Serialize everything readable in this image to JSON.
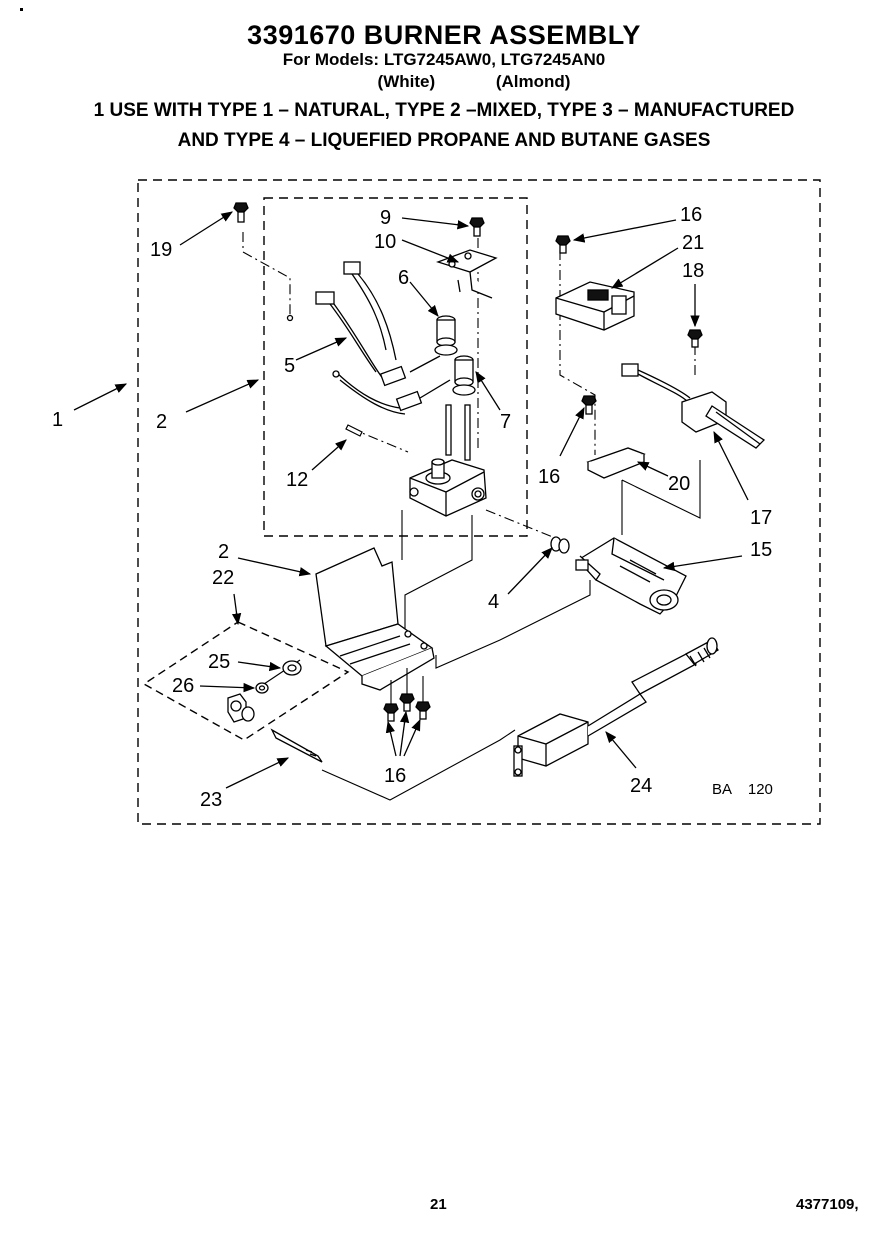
{
  "header": {
    "title": "3391670 BURNER ASSEMBLY",
    "models": "For Models: LTG7245AW0, LTG7245AN0",
    "variant_white": "(White)",
    "variant_almond": "(Almond)",
    "note_line1": "1 USE WITH TYPE 1 – NATURAL, TYPE 2 –MIXED, TYPE 3 – MANUFACTURED",
    "note_line2": "AND TYPE 4 – LIQUEFIED PROPANE AND BUTANE GASES"
  },
  "callouts": {
    "c1": "1",
    "c2a": "2",
    "c2b": "2",
    "c4": "4",
    "c5": "5",
    "c6": "6",
    "c7": "7",
    "c9": "9",
    "c10": "10",
    "c12": "12",
    "c15": "15",
    "c16a": "16",
    "c16b": "16",
    "c16c": "16",
    "c17": "17",
    "c18": "18",
    "c19": "19",
    "c20": "20",
    "c21": "21",
    "c22": "22",
    "c23": "23",
    "c24": "24",
    "c25": "25",
    "c26": "26"
  },
  "diagram_code": "BA    120",
  "footer": {
    "page_number": "21",
    "document_number": "4377109,"
  }
}
